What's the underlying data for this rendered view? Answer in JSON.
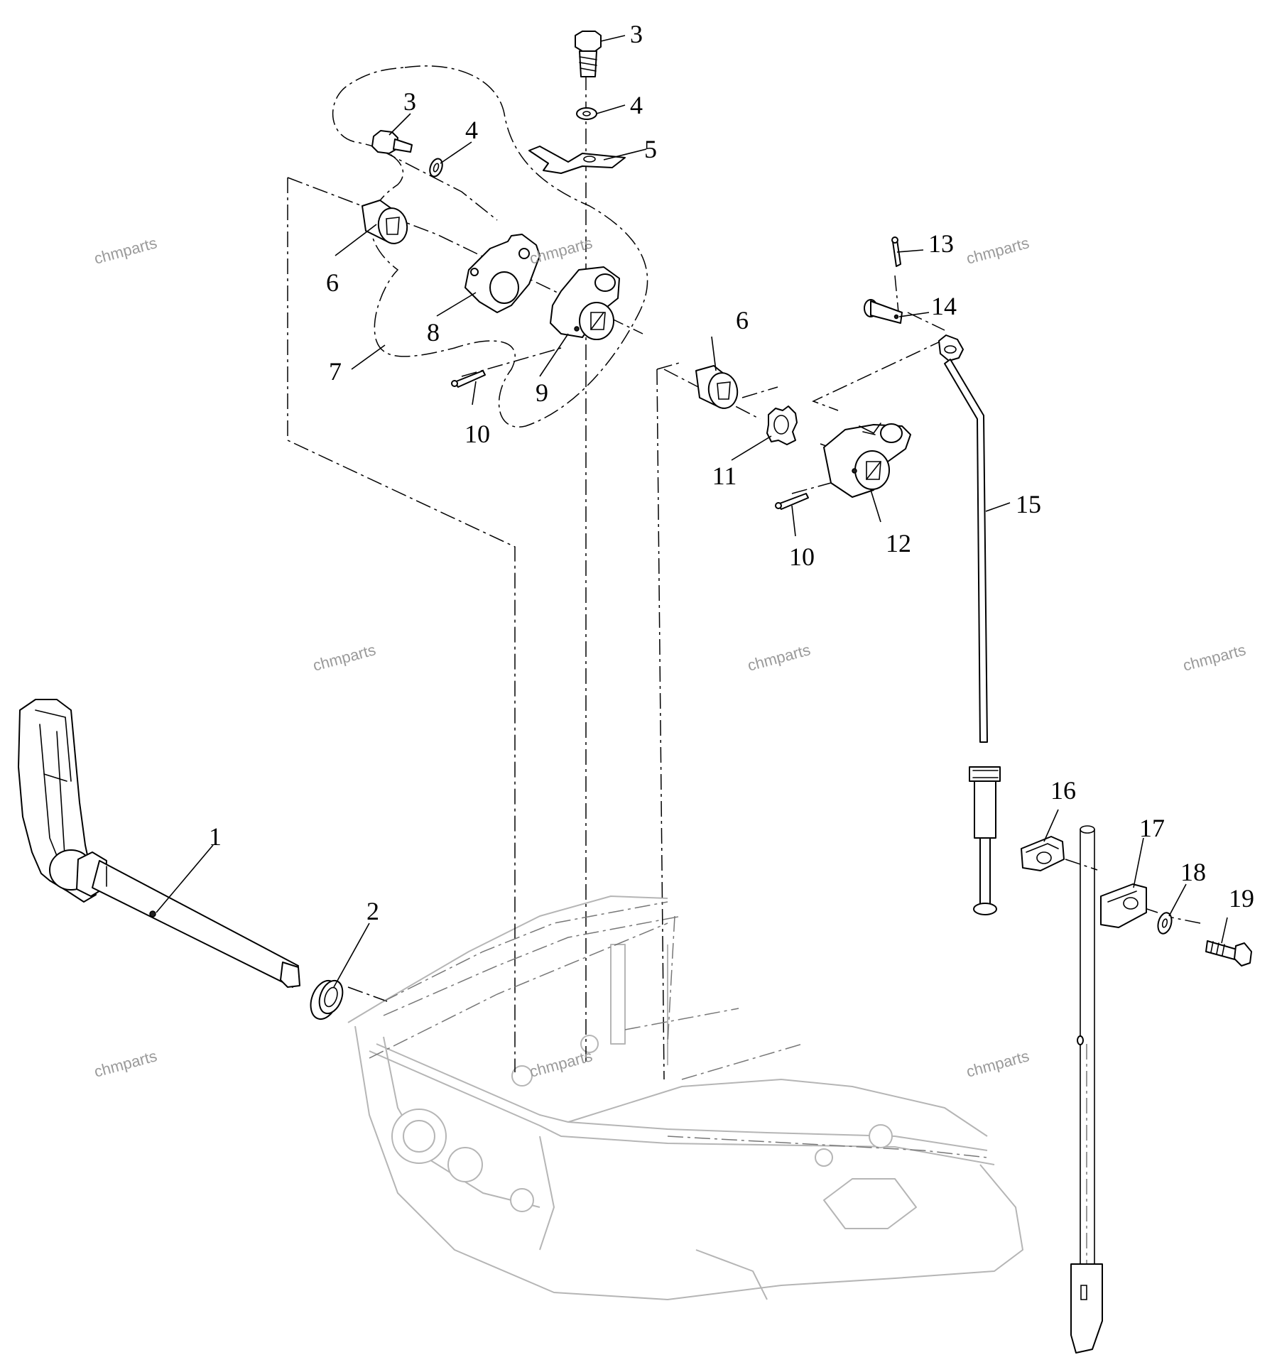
{
  "diagram": {
    "callouts": {
      "c1": "1",
      "c2": "2",
      "c3a": "3",
      "c3b": "3",
      "c4a": "4",
      "c4b": "4",
      "c5": "5",
      "c6a": "6",
      "c6b": "6",
      "c7": "7",
      "c8": "8",
      "c9": "9",
      "c10a": "10",
      "c10b": "10",
      "c11": "11",
      "c12": "12",
      "c13": "13",
      "c14": "14",
      "c15": "15",
      "c16": "16",
      "c17": "17",
      "c18": "18",
      "c19": "19"
    },
    "watermark": "chmparts"
  }
}
